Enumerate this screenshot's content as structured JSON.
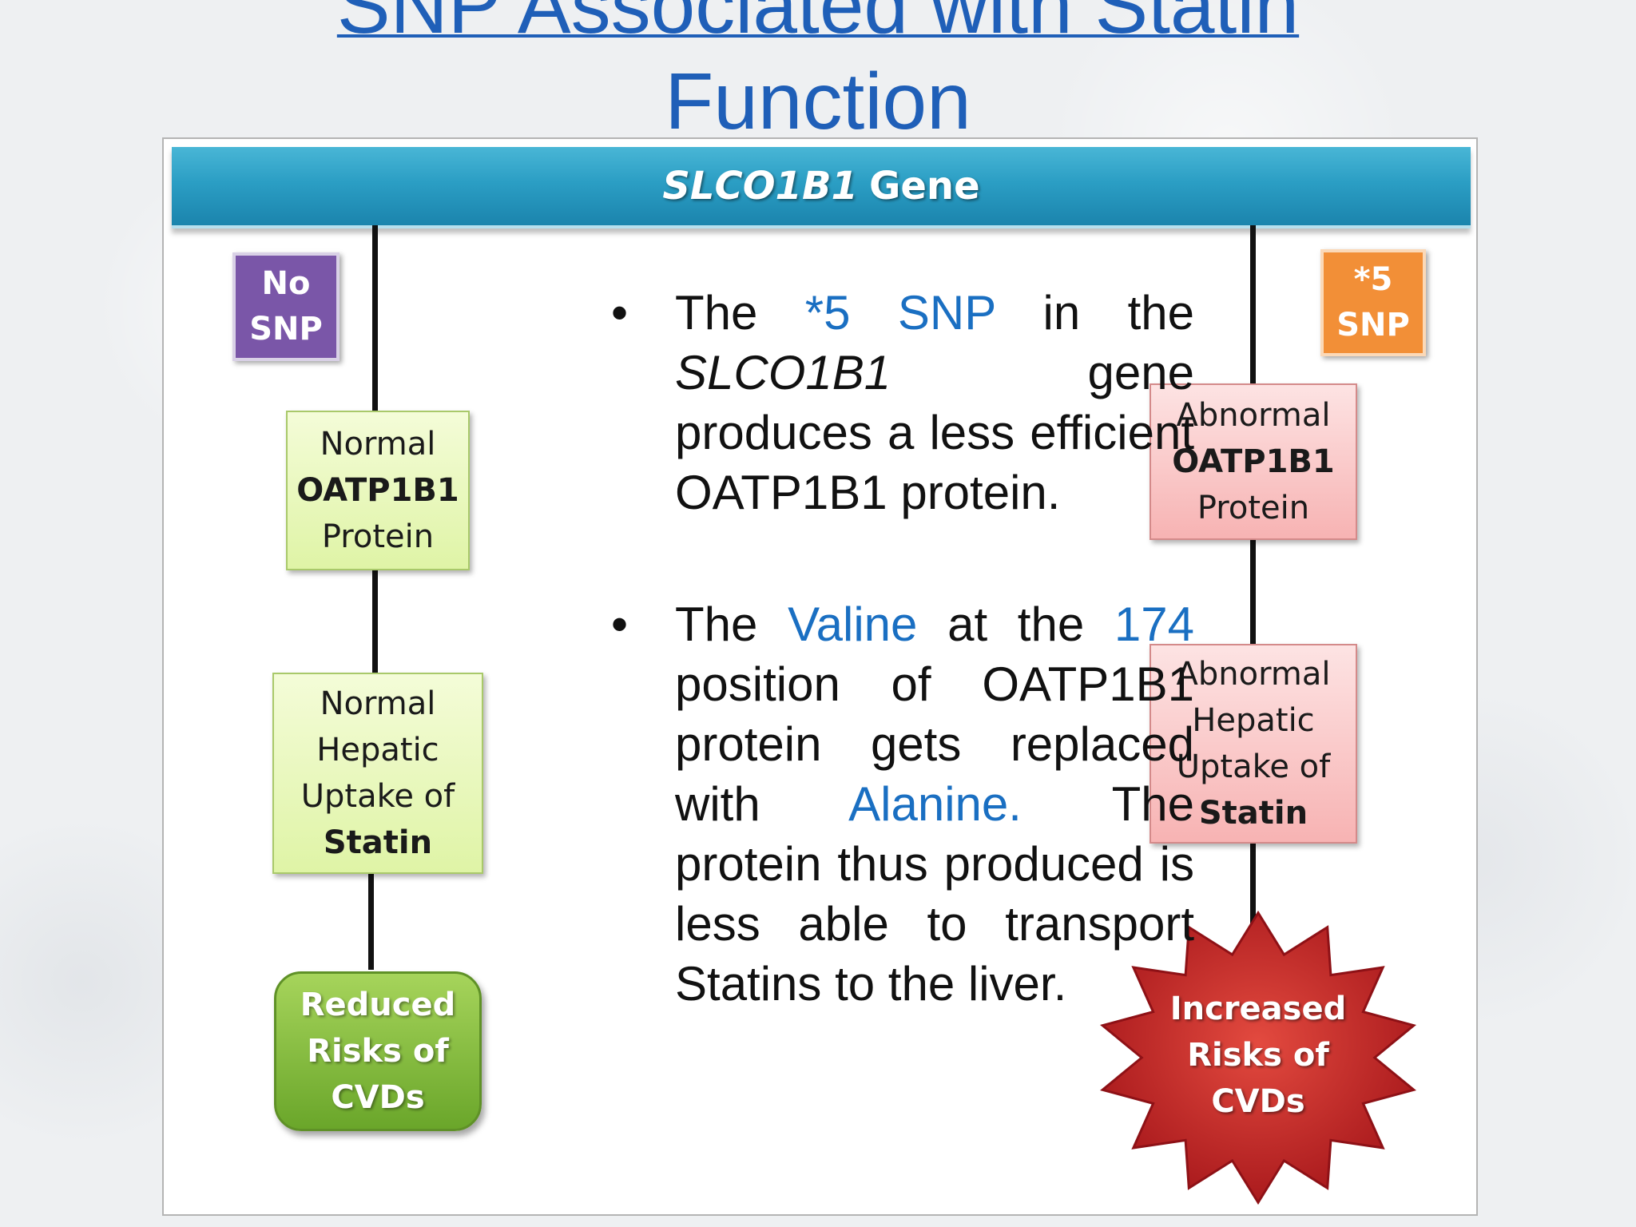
{
  "title": {
    "line1": "SNP Associated with Statin",
    "line2": "Function"
  },
  "gene_bar": {
    "gene_name": "SLCO1B1",
    "suffix": "Gene"
  },
  "left_path": {
    "badge": [
      "No",
      "SNP"
    ],
    "protein_box": [
      "Normal",
      "OATP1B1",
      "Protein"
    ],
    "uptake_box": [
      "Normal",
      "Hepatic",
      "Uptake of",
      "Statin"
    ],
    "outcome": [
      "Reduced",
      "Risks of",
      "CVDs"
    ]
  },
  "right_path": {
    "badge": [
      "*5",
      "SNP"
    ],
    "protein_box": [
      "Abnormal",
      "OATP1B1",
      "Protein"
    ],
    "uptake_box": [
      "Abnormal",
      "Hepatic",
      "Uptake of",
      "Statin"
    ],
    "outcome": [
      "Increased",
      "Risks of",
      "CVDs"
    ]
  },
  "bullets": {
    "b1": {
      "marker": "•",
      "p1": "The ",
      "h1": "*5 SNP",
      "p2": " in the ",
      "i1": "SLCO1B1",
      "p3": " gene produces a less efficient OATP1B1 protein."
    },
    "b2": {
      "marker": "•",
      "p1": "The ",
      "h1": "Valine",
      "p2": " at the ",
      "h2": "174",
      "p3": " position of OATP1B1 protein gets replaced with ",
      "h3": "Alanine.",
      "p4": " The protein thus produced is less able to transport Statins to the liver."
    }
  },
  "colors": {
    "title": "#1f5fb8",
    "gene_bar": "#2b9ec4",
    "no_snp_badge": "#7a56a8",
    "snp5_badge": "#f28f37",
    "normal_box": "#dff4a6",
    "abnormal_box": "#f7b3b3",
    "reduced_risk": "#6aa62a",
    "increased_risk": "#c22a2a",
    "highlight_text": "#1a6fc2"
  }
}
